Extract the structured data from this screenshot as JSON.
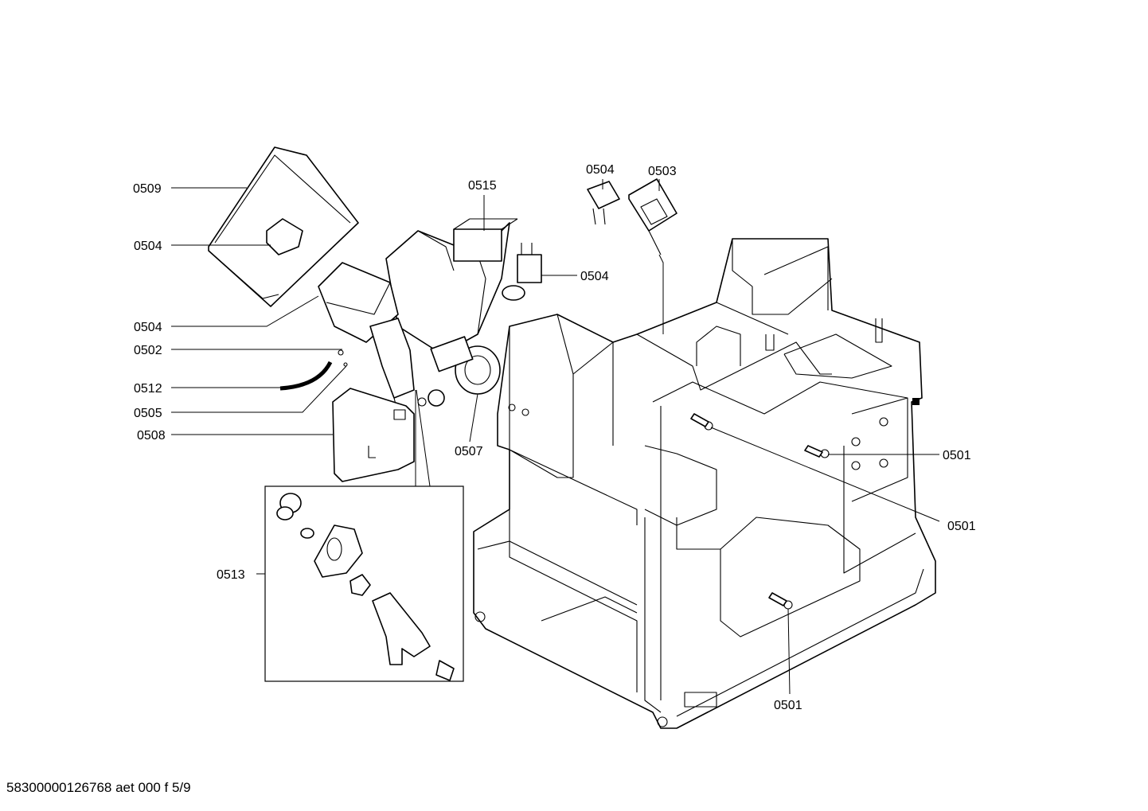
{
  "diagram": {
    "labels": {
      "l0509": "0509",
      "l0504_a": "0504",
      "l0504_b": "0504",
      "l0502": "0502",
      "l0512": "0512",
      "l0505": "0505",
      "l0508": "0508",
      "l0515": "0515",
      "l0504_c": "0504",
      "l0504_top": "0504",
      "l0503": "0503",
      "l0507": "0507",
      "l0501_a": "0501",
      "l0501_b": "0501",
      "l0501_c": "0501",
      "l0513": "0513"
    }
  },
  "footer": {
    "code": "58300000126768 aet 000 f 5/9"
  }
}
